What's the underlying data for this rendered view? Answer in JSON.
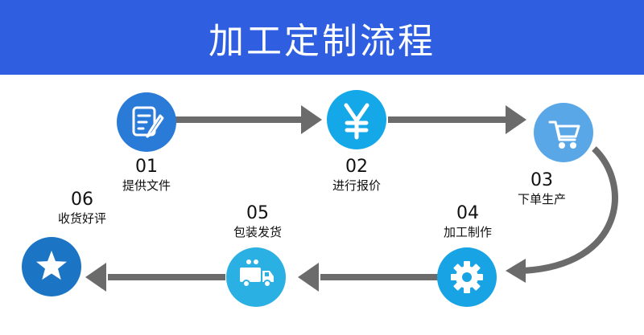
{
  "header": {
    "title": "加工定制流程"
  },
  "colors": {
    "header_bg": "#2f5fe0",
    "arrow": "#6b6b6b",
    "step1": "#2a7ad8",
    "step2": "#14a8e8",
    "step3": "#5aa7e8",
    "step4": "#18a4e4",
    "step5": "#2ab0e2",
    "step6": "#1b74c4"
  },
  "steps": [
    {
      "number": "01",
      "label": "提供文件",
      "icon": "edit-document-icon"
    },
    {
      "number": "02",
      "label": "进行报价",
      "icon": "yen-icon"
    },
    {
      "number": "03",
      "label": "下单生产",
      "icon": "shopping-cart-icon"
    },
    {
      "number": "04",
      "label": "加工制作",
      "icon": "gear-icon"
    },
    {
      "number": "05",
      "label": "包装发货",
      "icon": "delivery-truck-icon"
    },
    {
      "number": "06",
      "label": "收货好评",
      "icon": "star-icon"
    }
  ]
}
